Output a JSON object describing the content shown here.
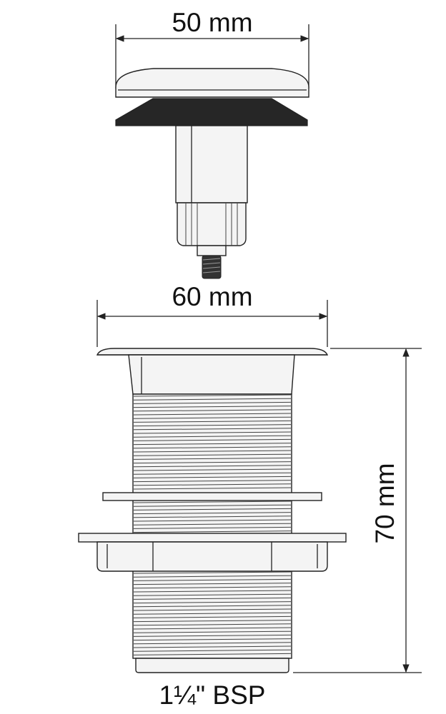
{
  "dimensions": {
    "cap_width": "50 mm",
    "flange_width": "60 mm",
    "height": "70 mm",
    "thread_size": "1¼\" BSP"
  },
  "colors": {
    "line": "#222222",
    "fill_light": "#f4f4f4",
    "fill_dark": "#262626",
    "background": "#ffffff"
  }
}
